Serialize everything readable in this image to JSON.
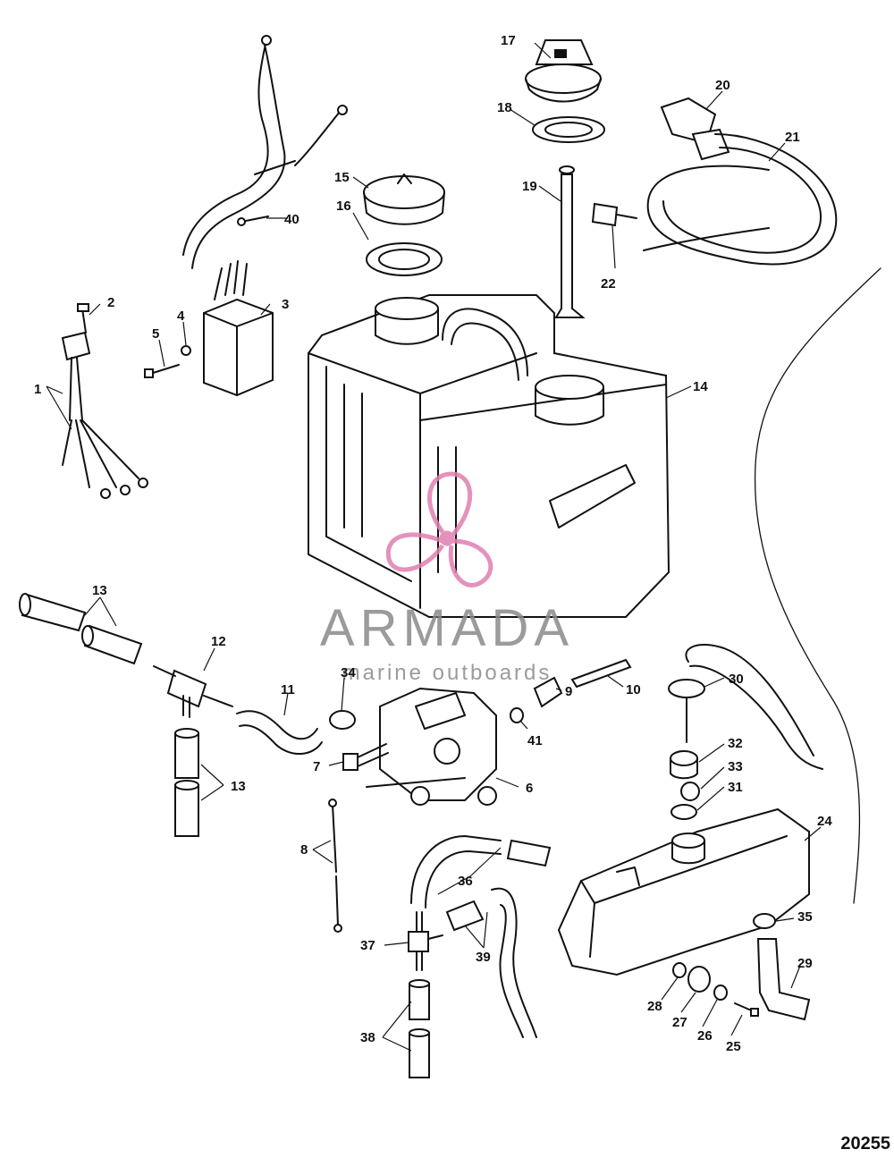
{
  "diagram_id": "20255",
  "watermark": {
    "name": "ARMADA",
    "tagline": "marine outboards",
    "color": "#e07fb0",
    "text_color": "#8a8a8a"
  },
  "callouts": {
    "c1": "1",
    "c2": "2",
    "c3": "3",
    "c4": "4",
    "c5": "5",
    "c6": "6",
    "c7": "7",
    "c8": "8",
    "c9": "9",
    "c10": "10",
    "c11": "11",
    "c12": "12",
    "c13a": "13",
    "c13b": "13",
    "c14": "14",
    "c15": "15",
    "c16": "16",
    "c17": "17",
    "c18": "18",
    "c19": "19",
    "c20": "20",
    "c21": "21",
    "c22": "22",
    "c24": "24",
    "c25": "25",
    "c26": "26",
    "c27": "27",
    "c28": "28",
    "c29": "29",
    "c30": "30",
    "c31": "31",
    "c32": "32",
    "c33": "33",
    "c34": "34",
    "c35": "35",
    "c36": "36",
    "c37": "37",
    "c38": "38",
    "c39": "39",
    "c40": "40",
    "c41": "41"
  }
}
